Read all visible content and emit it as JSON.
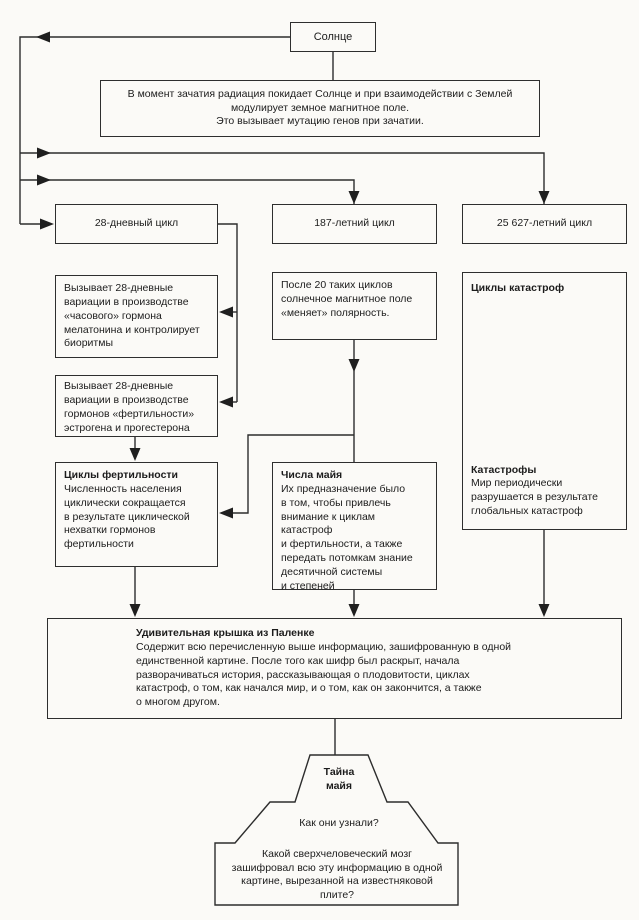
{
  "page": {
    "background": "#fbfaf7",
    "line_color": "#2d2d2d"
  },
  "nodes": {
    "sun": {
      "label": "Солнце"
    },
    "radiation": {
      "text": "В момент зачатия радиация покидает Солнце и при взаимодействии с Землей\nмодулирует земное магнитное поле.\nЭто вызывает мутацию генов при зачатии."
    },
    "cycle_28": {
      "label": "28-дневный цикл"
    },
    "cycle_187": {
      "label": "187-летний цикл"
    },
    "cycle_25627": {
      "label": "25 627-летний цикл"
    },
    "melatonin": {
      "text": "Вызывает 28-дневные\nвариации в производстве\n«часового» гормона\nмелатонина и контролирует\nбиоритмы"
    },
    "fertility_hormones": {
      "text": "Вызывает 28-дневные\nвариации в производстве\nгормонов «фертильности»\nэстрогена и прогестерона"
    },
    "fertility_cycles": {
      "title": "Циклы фертильности",
      "text": "Численность населения\nциклически сокращается\nв результате циклической\nнехватки гормонов\nфертильности"
    },
    "polarity": {
      "text": "После 20 таких циклов\nсолнечное магнитное поле\n«меняет» полярность."
    },
    "maya_numbers": {
      "title": "Числа майя",
      "text": "Их предназначение было\nв том, чтобы привлечь\nвнимание к циклам катастроф\nи фертильности, а также\nпередать потомкам знание\nдесятичной системы\nи степеней"
    },
    "catastrophe_cycles": {
      "title": "Циклы катастроф",
      "subtitle": "Катастрофы",
      "text": "Мир периодически\nразрушается в результате\nглобальных катастроф"
    },
    "palenque": {
      "title": "Удивительная крышка из Паленке",
      "text": "Содержит всю перечисленную выше информацию, зашифрованную в одной\nединственной картине. После того как шифр был раскрыт, начала\nразворачиваться история, рассказывающая о плодовитости, циклах\nкатастроф, о том, как начался мир, и о том, как он закончится, а также\nо многом другом."
    },
    "pyramid": {
      "title": "Тайна\nмайя",
      "question_1": "Как они узнали?",
      "question_2": "Какой сверхчеловеческий мозг\nзашифровал всю эту информацию в одной\nкартине, вырезанной на известняковой\nплите?"
    }
  }
}
